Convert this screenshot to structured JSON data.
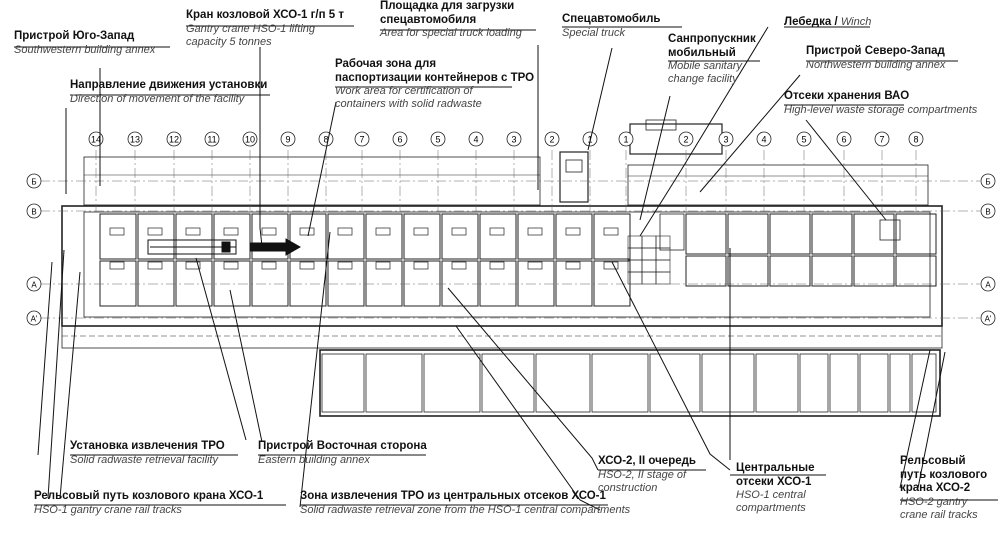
{
  "labels": {
    "sw_annex": {
      "ru": "Пристрой Юго-Запад",
      "en": "Southwestern building annex"
    },
    "gantry_crane": {
      "ru": "Кран козловой ХСО-1 г/п 5 т",
      "en1": "Gantry crane HSO-1 lifting",
      "en2": "capacity 5 tonnes"
    },
    "loading_area": {
      "ru1": "Площадка для загрузки",
      "ru2": "спецавтомобиля",
      "en": "Area for special truck loading"
    },
    "special_truck": {
      "ru": "Спецавтомобиль",
      "en": "Special truck"
    },
    "winch": {
      "ru": "Лебедка / ",
      "en": "Winch"
    },
    "sanitary": {
      "ru1": "Санпропускник",
      "ru2": "мобильный",
      "en1": "Mobile sanitary",
      "en2": "change facility"
    },
    "nw_annex": {
      "ru": "Пристрой Северо-Запад",
      "en": "Northwestern building annex"
    },
    "direction": {
      "ru": "Направление движения установки",
      "en": "Direction of movement of the facility"
    },
    "certification": {
      "ru1": "Рабочая зона для",
      "ru2": "паспортизации контейнеров с ТРО",
      "en1": "Work area for certification of",
      "en2": "containers with solid radwaste"
    },
    "hlw_storage": {
      "ru": "Отсеки хранения ВАО",
      "en": "High-level waste storage compartments"
    },
    "retrieval": {
      "ru": "Установка извлечения ТРО",
      "en": "Solid radwaste retrieval facility"
    },
    "east_annex": {
      "ru": "Пристрой Восточная сторона",
      "en": "Eastern building annex"
    },
    "hso2": {
      "ru": "ХСО-2, II очередь",
      "en1": "HSO-2, II stage of",
      "en2": "construction"
    },
    "central": {
      "ru1": "Центральные",
      "ru2": "отсеки ХСО-1",
      "en1": "HSO-1 central",
      "en2": "compartments"
    },
    "rails_hso2": {
      "ru1": "Рельсовый",
      "ru2": "путь козлового",
      "ru3": "крана ХСО-2",
      "en1": "HSO-2 gantry",
      "en2": "crane rail tracks"
    },
    "rails_hso1": {
      "ru": "Рельсовый путь козлового крана ХСО-1",
      "en": "HSO-1 gantry crane rail tracks"
    },
    "retrieval_zone": {
      "ru": "Зона извлечения ТРО из центральных отсеков ХСО-1",
      "en": "Solid radwaste retrieval zone from the HSO-1 central compartments"
    }
  },
  "axes_top": [
    "14",
    "13",
    "12",
    "11",
    "10",
    "9",
    "8",
    "7",
    "6",
    "5",
    "4",
    "3",
    "2",
    "1",
    "1",
    "2",
    "3",
    "4",
    "5",
    "6",
    "7",
    "8"
  ],
  "axes_left": [
    "Б",
    "В",
    "А",
    "А'"
  ],
  "axes_right": [
    "Б",
    "В",
    "А",
    "А'"
  ]
}
